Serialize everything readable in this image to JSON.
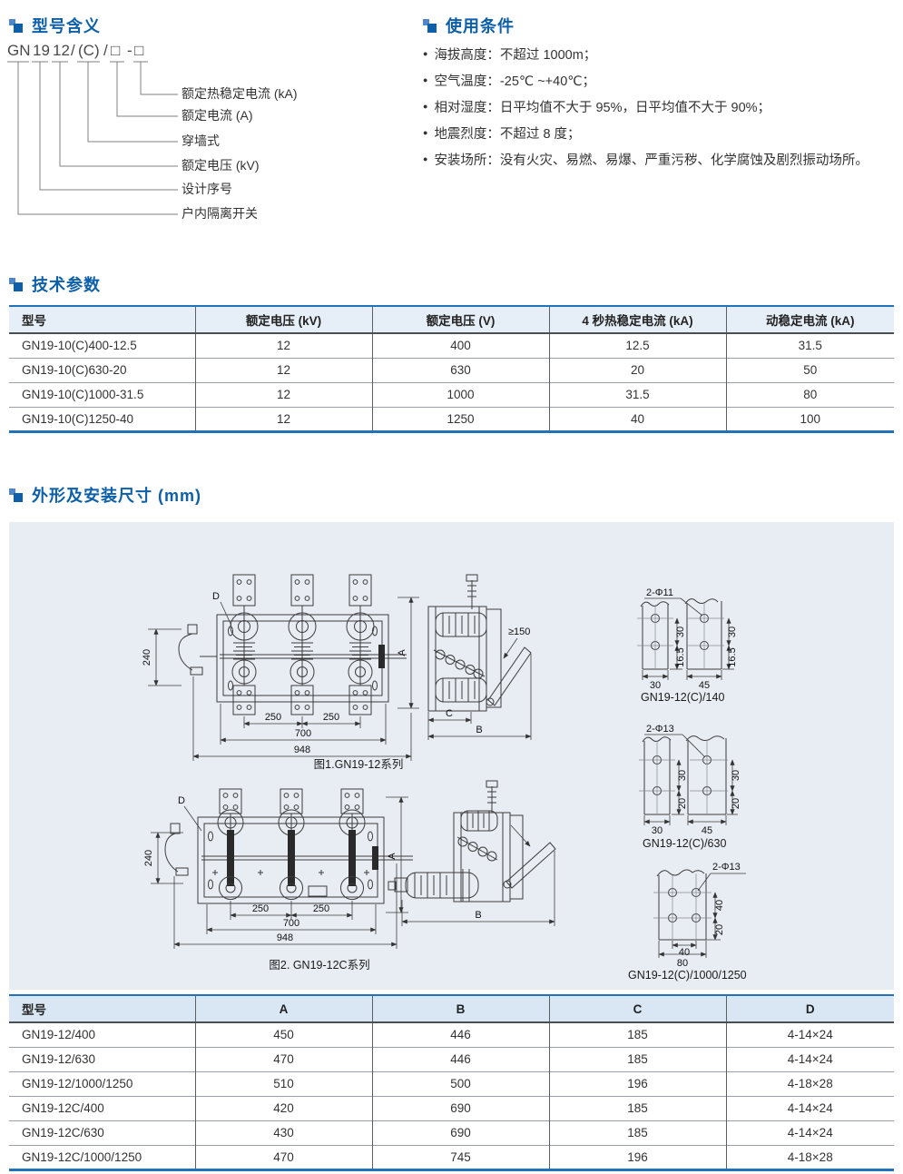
{
  "colors": {
    "accent_blue": "#0c5fa8",
    "accent_blue_light": "#4d87c7",
    "table_frame_blue": "#2272b9",
    "panel_background": "#e8edf3"
  },
  "sections": {
    "model": {
      "title": "型号含义",
      "code_segments": [
        "GN",
        "19",
        "12",
        "(C)",
        "□",
        "□"
      ],
      "separators": [
        "/",
        "/",
        "-"
      ],
      "labels": [
        "额定热稳定电流 (kA)",
        "额定电流 (A)",
        "穿墙式",
        "额定电压 (kV)",
        "设计序号",
        "户内隔离开关"
      ]
    },
    "usage": {
      "title": "使用条件",
      "bullet": "●",
      "items": [
        "海拔高度：不超过 1000m；",
        "空气温度：-25℃ ~+40℃；",
        "相对湿度：日平均值不大于 95%，日平均值不大于 90%；",
        "地震烈度：不超过 8 度；",
        "安装场所：没有火灾、易燃、易爆、严重污秽、化学腐蚀及剧烈振动场所。"
      ]
    },
    "tech": {
      "title": "技术参数",
      "table": {
        "headers": [
          "型号",
          "额定电压 (kV)",
          "额定电压 (V)",
          "4 秒热稳定电流 (kA)",
          "动稳定电流 (kA)"
        ],
        "rows": [
          [
            "GN19-10(C)400-12.5",
            "12",
            "400",
            "12.5",
            "31.5"
          ],
          [
            "GN19-10(C)630-20",
            "12",
            "630",
            "20",
            "50"
          ],
          [
            "GN19-10(C)1000-31.5",
            "12",
            "1000",
            "31.5",
            "80"
          ],
          [
            "GN19-10(C)1250-40",
            "12",
            "1250",
            "40",
            "100"
          ]
        ]
      }
    },
    "dims": {
      "title": "外形及安装尺寸 (mm)",
      "fig1": {
        "caption": "图1.GN19-12系列",
        "d240": "240",
        "d250": "250",
        "d700": "700",
        "d948": "948",
        "a": "A",
        "b": "B",
        "c": "C",
        "d": "D",
        "min150": "≥150"
      },
      "fig2": {
        "caption": "图2. GN19-12C系列",
        "d240": "240",
        "d250": "250",
        "d700": "700",
        "d948": "948",
        "a": "A",
        "b": "B",
        "d": "D"
      },
      "plate140": {
        "caption": "GN19-12(C)/140",
        "holes": "2-Φ11",
        "v1": "30",
        "v2": "16.5",
        "w1": "30",
        "w2": "45"
      },
      "plate630": {
        "caption": "GN19-12(C)/630",
        "holes": "2-Φ13",
        "v1": "30",
        "v2": "20",
        "w1": "30",
        "w2": "45"
      },
      "plate1250": {
        "caption": "GN19-12(C)/1000/1250",
        "holes": "2-Φ13",
        "v1": "40",
        "v2": "20",
        "w1": "40",
        "w2": "80"
      },
      "table": {
        "headers": [
          "型号",
          "A",
          "B",
          "C",
          "D"
        ],
        "rows": [
          [
            "GN19-12/400",
            "450",
            "446",
            "185",
            "4-14×24"
          ],
          [
            "GN19-12/630",
            "470",
            "446",
            "185",
            "4-14×24"
          ],
          [
            "GN19-12/1000/1250",
            "510",
            "500",
            "196",
            "4-18×28"
          ],
          [
            "GN19-12C/400",
            "420",
            "690",
            "185",
            "4-14×24"
          ],
          [
            "GN19-12C/630",
            "430",
            "690",
            "185",
            "4-14×24"
          ],
          [
            "GN19-12C/1000/1250",
            "470",
            "745",
            "196",
            "4-18×28"
          ]
        ]
      }
    }
  }
}
